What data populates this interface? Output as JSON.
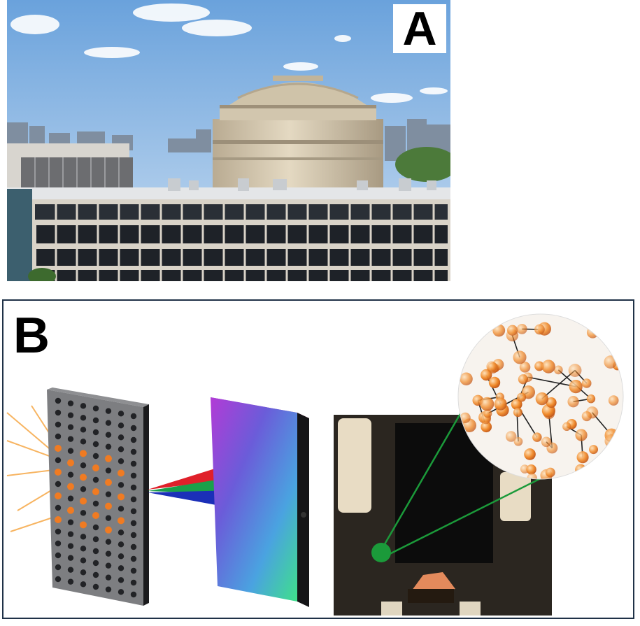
{
  "panel_a": {
    "label": "A",
    "description_icon": "domed-building-photo"
  },
  "panel_b": {
    "label": "B",
    "icons": [
      "perforated-plate-icon",
      "light-beams-icon",
      "prism-panel-icon",
      "microscope-sample-icon",
      "particle-lattice-icon"
    ],
    "beam_colors": [
      "#e0202a",
      "#1aa04a",
      "#1b2fb8"
    ],
    "lattice_particle_color": "#f08a2a",
    "callout_color": "#1b9a3a"
  }
}
